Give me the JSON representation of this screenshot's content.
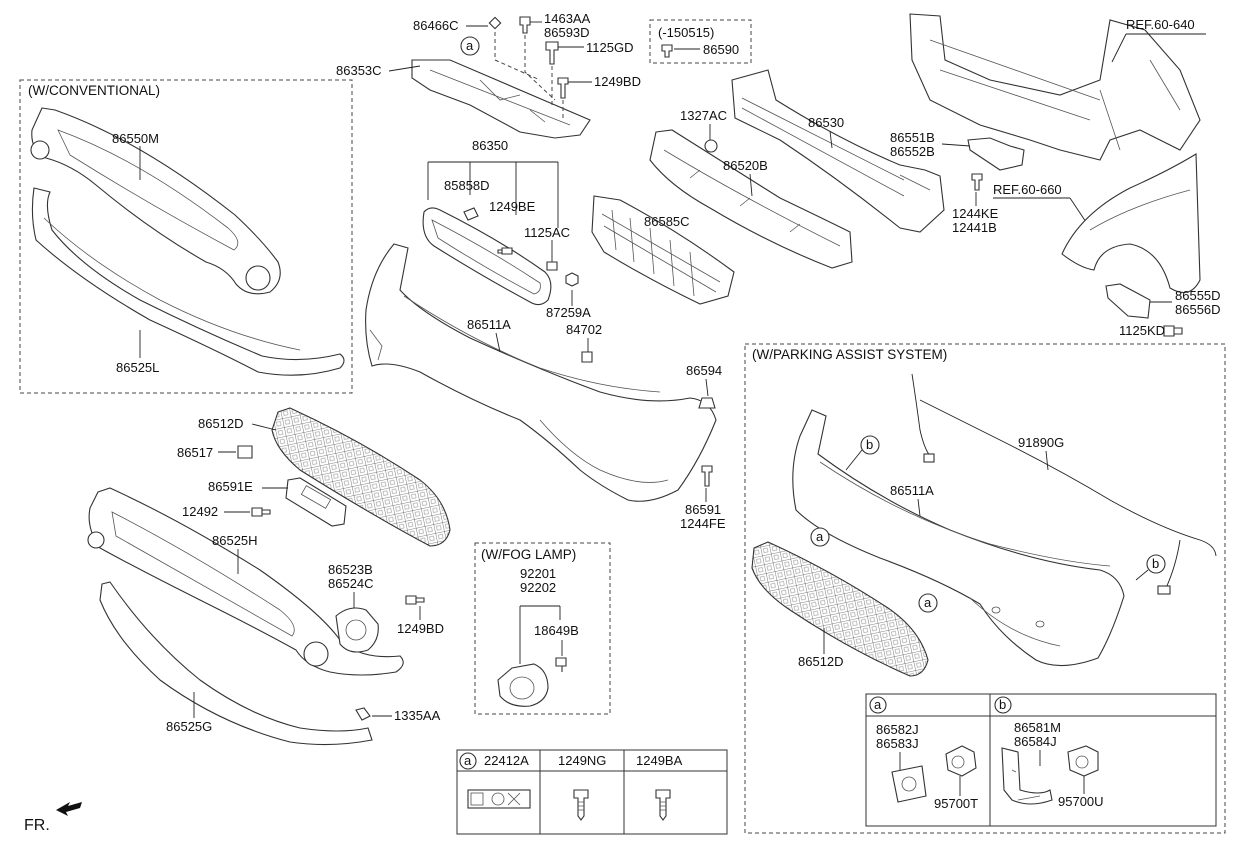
{
  "diagram": {
    "sections": {
      "conventional": "(W/CONVENTIONAL)",
      "parking_assist": "(W/PARKING ASSIST SYSTEM)",
      "fog_lamp": "(W/FOG LAMP)",
      "date_range": "(-150515)"
    },
    "refs": {
      "ref_640": "REF.60-640",
      "ref_660": "REF.60-660"
    },
    "front_label": "FR.",
    "circle_markers": {
      "a": "a",
      "b": "b"
    },
    "parts": {
      "p86466C": "86466C",
      "p1463AA": "1463AA",
      "p86593D": "86593D",
      "p1125GD": "1125GD",
      "p86590": "86590",
      "p86353C": "86353C",
      "p1249BD_top": "1249BD",
      "p86550M": "86550M",
      "p86350": "86350",
      "p1327AC": "1327AC",
      "p86530": "86530",
      "p86551B": "86551B",
      "p86552B": "86552B",
      "p85858D": "85858D",
      "p86520B": "86520B",
      "p1249BE": "1249BE",
      "p86585C": "86585C",
      "p1244KE": "1244KE",
      "p12441B": "12441B",
      "p1125AC": "1125AC",
      "p87259A": "87259A",
      "p84702": "84702",
      "p86511A_main": "86511A",
      "p86555D": "86555D",
      "p86556D": "86556D",
      "p1125KD": "1125KD",
      "p86525L": "86525L",
      "p86594": "86594",
      "p86512D_main": "86512D",
      "p86517": "86517",
      "p86591E": "86591E",
      "p12492": "12492",
      "p86591": "86591",
      "p1244FE": "1244FE",
      "p86525H": "86525H",
      "p92201": "92201",
      "p92202": "92202",
      "p86523B": "86523B",
      "p86524C": "86524C",
      "p1249BD_side": "1249BD",
      "p18649B": "18649B",
      "p1335AA": "1335AA",
      "p86525G": "86525G",
      "p91890G": "91890G",
      "p86511A_pas": "86511A",
      "p86512D_pas": "86512D",
      "p86582J": "86582J",
      "p86583J": "86583J",
      "p95700T": "95700T",
      "p86581M": "86581M",
      "p86584J": "86584J",
      "p95700U": "95700U"
    },
    "fastener_table": {
      "col_a": "22412A",
      "col_b": "1249NG",
      "col_c": "1249BA"
    }
  }
}
